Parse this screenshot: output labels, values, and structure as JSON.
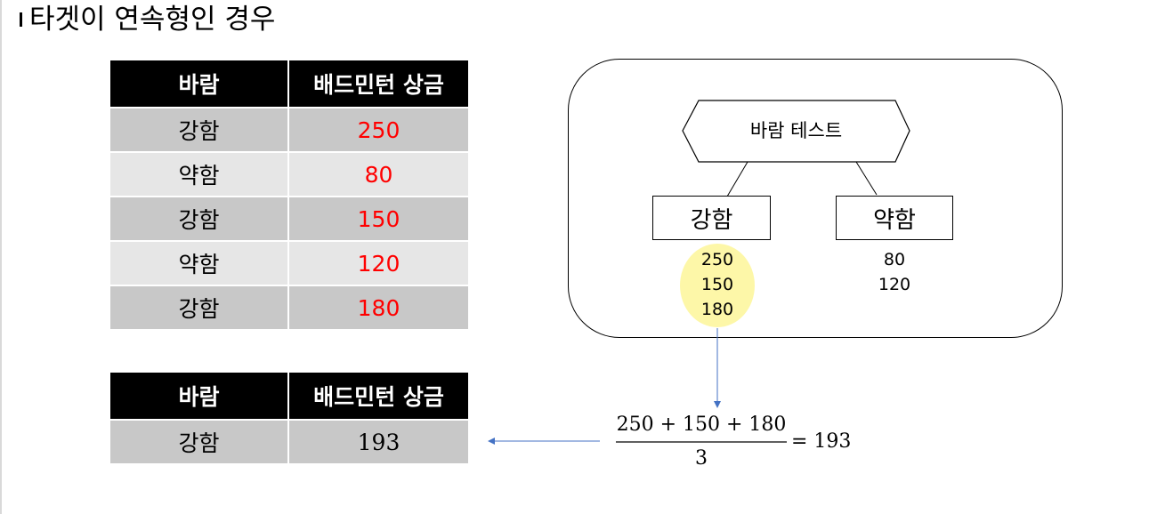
{
  "title": "타겟이 연속형인 경우",
  "table_top": {
    "headers": [
      "바람",
      "배드민턴 상금"
    ],
    "rows": [
      {
        "wind": "강함",
        "prize": "250"
      },
      {
        "wind": "약함",
        "prize": "80"
      },
      {
        "wind": "강함",
        "prize": "150"
      },
      {
        "wind": "약함",
        "prize": "120"
      },
      {
        "wind": "강함",
        "prize": "180"
      }
    ]
  },
  "table_bottom": {
    "headers": [
      "바람",
      "배드민턴 상금"
    ],
    "rows": [
      {
        "wind": "강함",
        "prize": "193"
      }
    ]
  },
  "tree": {
    "root_label": "바람 테스트",
    "left_label": "강함",
    "right_label": "약함",
    "left_values": [
      "250",
      "150",
      "180"
    ],
    "right_values": [
      "80",
      "120"
    ]
  },
  "formula": {
    "numerator": "250 + 150 + 180",
    "denominator": "3",
    "result": "= 193"
  },
  "colors": {
    "header_bg": "#000000",
    "row_dark": "#c8c8c8",
    "row_light": "#e6e6e6",
    "prize_text": "#ff0000",
    "highlight": "#fdf7a8",
    "arrow": "#4472c4"
  }
}
